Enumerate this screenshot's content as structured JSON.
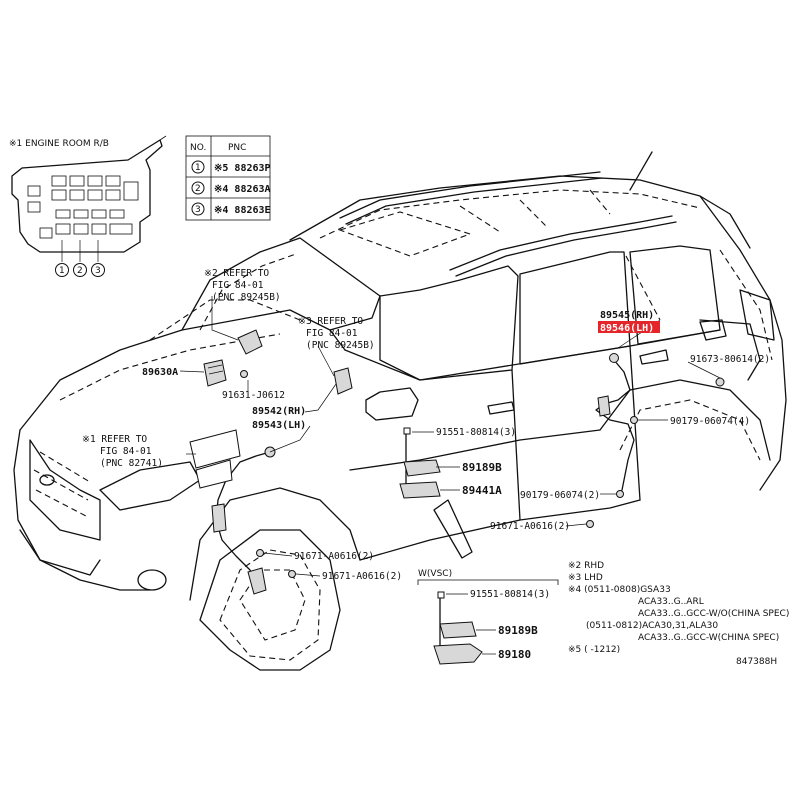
{
  "relay_box": {
    "title": "※1 ENGINE ROOM R/B",
    "circles": [
      "1",
      "2",
      "3"
    ]
  },
  "pnc_table": {
    "header_no": "NO.",
    "header_pnc": "PNC",
    "rows": [
      {
        "no": "1",
        "pnc": "※5 88263P"
      },
      {
        "no": "2",
        "pnc": "※4 88263A"
      },
      {
        "no": "3",
        "pnc": "※4 88263E"
      }
    ]
  },
  "callouts": {
    "ref2_l1": "※2 REFER TO",
    "ref2_l2": "FIG 84-01",
    "ref2_l3": "(PNC 89245B)",
    "ref3_l1": "※3 REFER TO",
    "ref3_l2": "FIG 84-01",
    "ref3_l3": "(PNC 89245B)",
    "ref1_l1": "※1 REFER TO",
    "ref1_l2": "FIG 84-01",
    "ref1_l3": "(PNC 82741)"
  },
  "parts": {
    "p89630A": "89630A",
    "p91631": "91631-J0612",
    "p89542": "89542(RH)",
    "p89543": "89543(LH)",
    "p89545": "89545(RH)",
    "p89546": "89546(LH)",
    "p91673": "91673-80614(2)",
    "p90179a": "90179-06074(4)",
    "p91551a": "91551-80814(3)",
    "p89189B_a": "89189B",
    "p89441A": "89441A",
    "p90179b": "90179-06074(2)",
    "p91671a": "91671-A0616(2)",
    "p91671b": "91671-A0616(2)",
    "p91671c": "91671-A0616(2)",
    "p91551b": "91551-80814(3)",
    "p89189B_b": "89189B",
    "p89180": "89180"
  },
  "vsc_label": "W(VSC)",
  "notes": [
    "※2 RHD",
    "※3 LHD",
    "※4 (0511-0808)GSA33",
    "ACA33..G..ARL",
    "ACA33..G..GCC-W/O(CHINA SPEC)",
    "(0511-0812)ACA30,31,ALA30",
    "ACA33..G..GCC-W(CHINA SPEC)",
    "※5 (      -1212)"
  ],
  "figure_id": "847388H",
  "highlight_color": "#e4262b"
}
